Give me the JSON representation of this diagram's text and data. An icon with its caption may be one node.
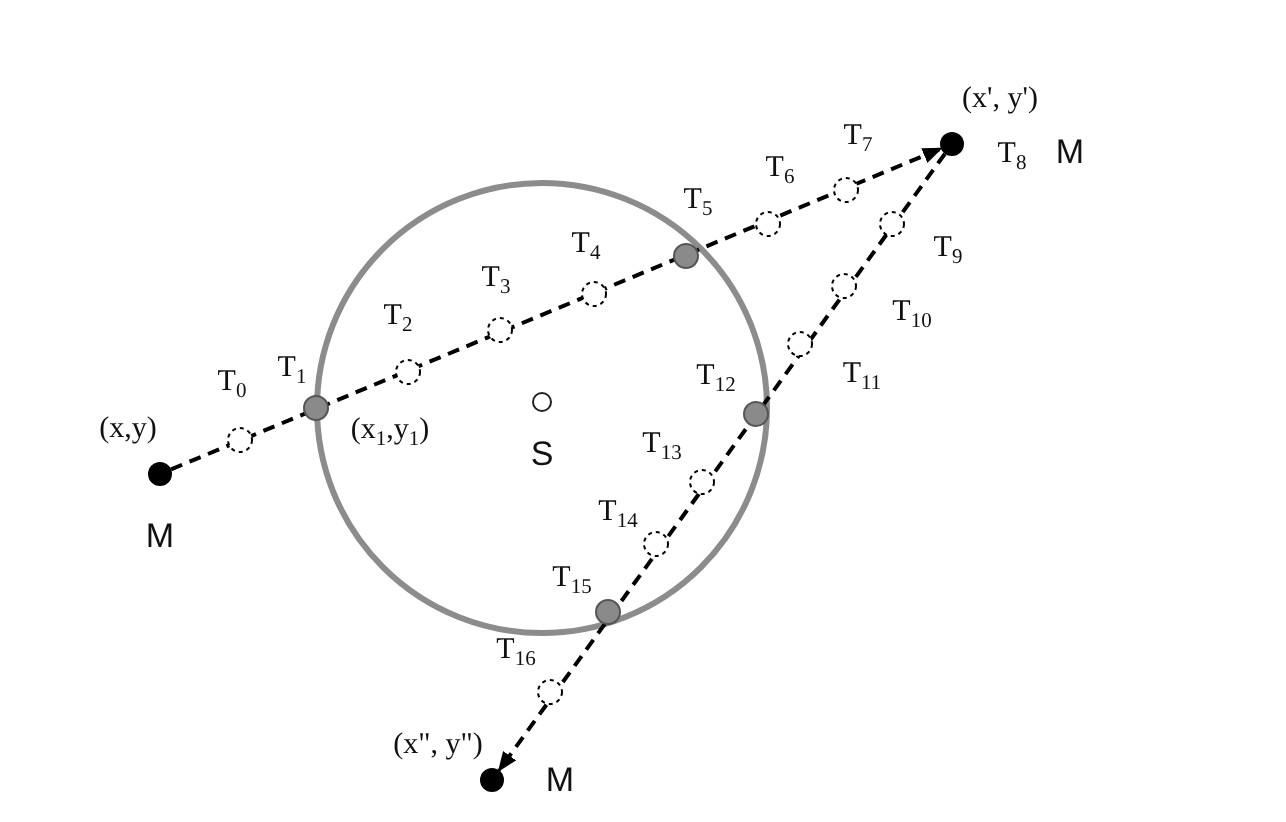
{
  "diagram": {
    "nodes": [
      {
        "text": [
          "(x,y)",
          "M"
        ]
      },
      {
        "text": [
          "(x', y')",
          "M"
        ]
      },
      {
        "text": [
          "(x\", y\")",
          "M"
        ]
      }
    ],
    "edges": [
      {
        "from": 0,
        "to": 1,
        "arrow": "to"
      },
      {
        "from": 1,
        "to": 2,
        "arrow": "to"
      }
    ],
    "labels": [
      "T$_{0}$",
      "T$_{1}$",
      "(x$_{1}$,y$_{1}$)",
      "S",
      "T$_{2}$",
      "T$_{3}$",
      "T$_{4}$",
      "T$_{5}$",
      "T$_{6}$",
      "T$_{7}$",
      "T$_{8}$",
      "T$_{9}$",
      "T$_{10}$",
      "T$_{11}$",
      "T$_{12}$",
      "T$_{13}$",
      "T$_{14}$",
      "T$_{15}$",
      "T$_{16}$"
    ]
  }
}
